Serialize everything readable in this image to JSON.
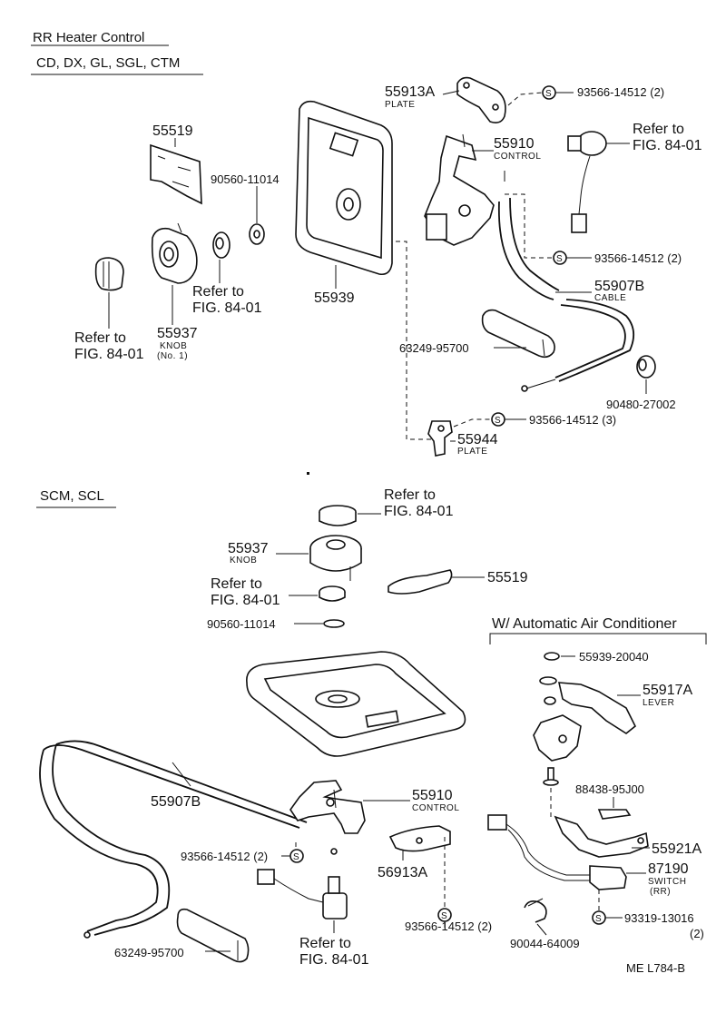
{
  "headers": {
    "title": "RR Heater Control",
    "models_top": "CD, DX, GL, SGL, CTM",
    "models_bottom": "SCM, SCL",
    "auto_ac": "W/ Automatic Air Conditioner"
  },
  "top": {
    "p55519": "55519",
    "p90560": "90560-11014",
    "refer_knob": [
      "Refer to",
      "FIG. 84-01"
    ],
    "p55937": "55937",
    "p55937_sub": [
      "KNOB",
      "(No. 1)"
    ],
    "refer_mid": [
      "Refer to",
      "FIG. 84-01"
    ],
    "p55939": "55939",
    "p55913A": "55913A",
    "p55913A_sub": "PLATE",
    "p93566_a": "93566-14512 (2)",
    "p55910": "55910",
    "p55910_sub": "CONTROL",
    "refer_right": [
      "Refer to",
      "FIG. 84-01"
    ],
    "p93566_b": "93566-14512 (2)",
    "p55907B": "55907B",
    "p55907B_sub": "CABLE",
    "p63249": "63249-95700",
    "p90480": "90480-27002",
    "p93566_c": "93566-14512 (3)",
    "p55944": "55944",
    "p55944_sub": "PLATE"
  },
  "bottom": {
    "refer_top": [
      "Refer to",
      "FIG. 84-01"
    ],
    "p55937": "55937",
    "p55937_sub": "KNOB",
    "p55519": "55519",
    "refer_ring": [
      "Refer to",
      "FIG. 84-01"
    ],
    "p90560": "90560-11014",
    "p55907B": "55907B",
    "p55910": "55910",
    "p55910_sub": "CONTROL",
    "p93566_a": "93566-14512 (2)",
    "p56913A": "56913A",
    "p93566_b": "93566-14512 (2)",
    "refer_switch": [
      "Refer to",
      "FIG. 84-01"
    ],
    "p63249": "63249-95700"
  },
  "auto_ac": {
    "p55939": "55939-20040",
    "p55917A": "55917A",
    "p55917A_sub": "LEVER",
    "p88438": "88438-95J00",
    "p55921A": "55921A",
    "p87190": "87190",
    "p87190_sub": [
      "SWITCH",
      "(RR)"
    ],
    "p90044": "90044-64009",
    "p93319": "93319-13016",
    "p93319_qty": "(2)"
  },
  "figure_code": "ME  L784-B",
  "symbols": {
    "screw_mark": "S"
  }
}
